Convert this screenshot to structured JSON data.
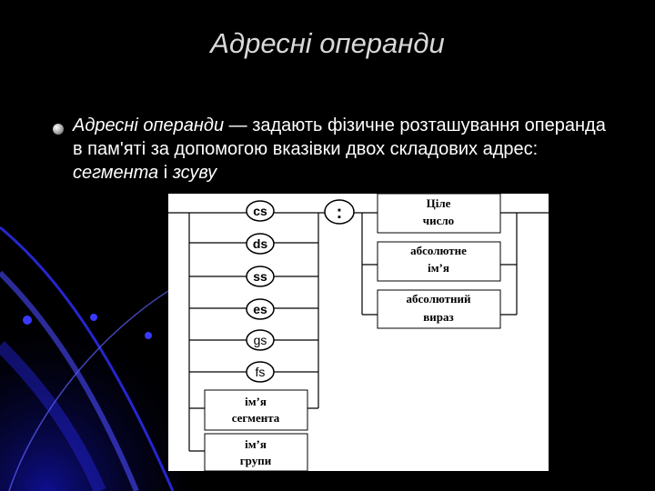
{
  "slide": {
    "title": "Адресні операнди"
  },
  "bullet": {
    "term": "Адресні операнди",
    "text_part1": " — задають фізичне розташування операнда в пам'яті за допомогою вказівки двох складових адрес: ",
    "segment_word": "сегмента",
    "and_word": " і ",
    "offset_word": "зсуву"
  },
  "diagram": {
    "segment_registers": [
      "cs",
      "ds",
      "ss",
      "es",
      "gs",
      "fs"
    ],
    "colon": ":",
    "segment_boxes": [
      {
        "line1": "ім’я",
        "line2": "сегмента"
      },
      {
        "line1": "ім’я",
        "line2": "групи"
      }
    ],
    "offset_boxes": [
      {
        "line1": "Ціле",
        "line2": "число"
      },
      {
        "line1": "абсолютне",
        "line2": "ім’я"
      },
      {
        "line1": "абсолютний",
        "line2": "вираз"
      }
    ]
  },
  "colors": {
    "background": "#000000",
    "title": "#d9d9d9",
    "text": "#ffffff",
    "accent_blue": "#1a1aff"
  }
}
